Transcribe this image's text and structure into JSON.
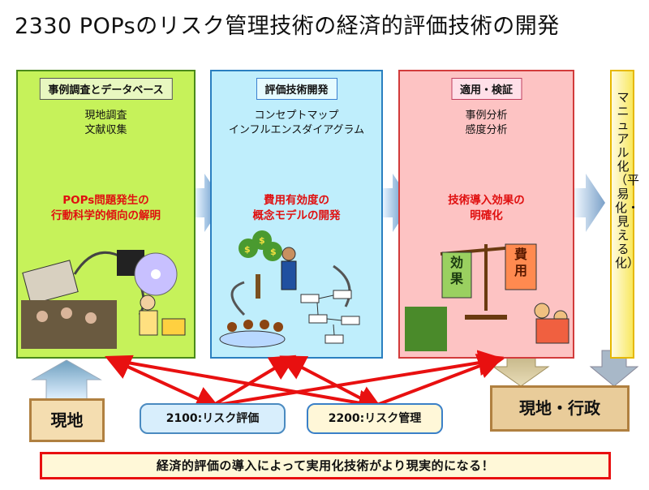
{
  "title": "2330 POPsのリスク管理技術の経済的評価技術の開発",
  "panel1": {
    "header": "事例調査とデータベース",
    "item1": "現地調査",
    "item2": "文献収集",
    "result1": "POPs問題発生の",
    "result2": "行動科学的傾向の解明"
  },
  "panel2": {
    "header": "評価技術開発",
    "item1": "コンセプトマップ",
    "item2": "インフルエンスダイアグラム",
    "result1": "費用有効度の",
    "result2": "概念モデルの開発"
  },
  "panel3": {
    "header": "適用・検証",
    "item1": "事例分析",
    "item2": "感度分析",
    "result1": "技術導入効果の",
    "result2": "明確化",
    "scale_left": "効果",
    "scale_right": "費用"
  },
  "panel4": {
    "vertical": "マニュアル化（平易化・見える化）"
  },
  "boxes": {
    "genchi": "現地",
    "gyosei": "現地・行政",
    "risk_eval": "2100:リスク評価",
    "risk_mgmt": "2200:リスク管理"
  },
  "footer": "経済的評価の導入によって実用化技術がより現実的になる！",
  "colors": {
    "panel1": "#c6f25a",
    "panel2": "#bfeefc",
    "panel3": "#fdc3c3",
    "arrow_red": "#e81010"
  }
}
